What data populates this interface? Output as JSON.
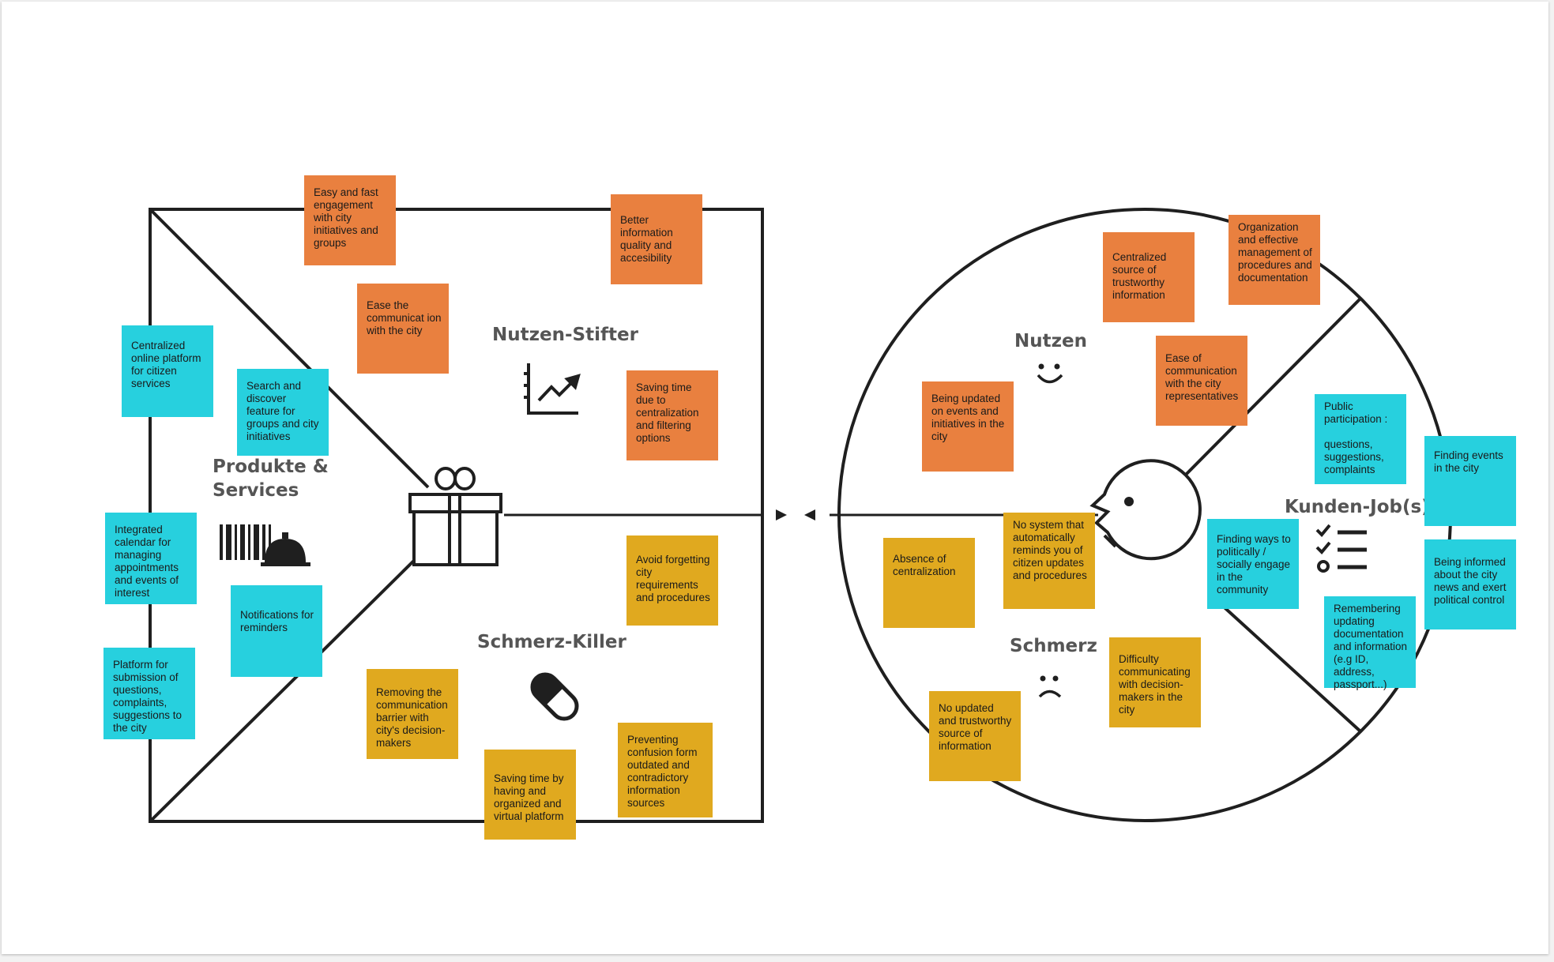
{
  "colors": {
    "gain_note": "#e9803f",
    "pain_note": "#e0a91f",
    "product_note": "#27d0de",
    "outline": "#1f1f1f",
    "heading": "#555555"
  },
  "value_map": {
    "products_services_heading": "Produkte &\nServices",
    "gain_creators_heading": "Nutzen-Stifter",
    "pain_relievers_heading": "Schmerz-Killer"
  },
  "customer_profile": {
    "gains_heading": "Nutzen",
    "pains_heading": "Schmerz",
    "jobs_heading": "Kunden-Job(s)"
  },
  "icons": [
    "gift-icon",
    "barcode-icon",
    "service-bell-icon",
    "chart-trend-icon",
    "pill-icon",
    "smiley-icon",
    "frown-icon",
    "checklist-icon",
    "customer-face-icon",
    "arrow-icon"
  ],
  "notes": {
    "gain_creators": [
      "Easy and fast engagement with city initiatives and groups",
      "Better information quality and accesibility",
      "Ease the communicat ion with the city",
      "Saving time due to centralization and filtering options"
    ],
    "pain_relievers": [
      "Avoid forgetting city requirements and procedures",
      "Removing the communication barrier with city's decision-makers",
      "Preventing confusion form outdated and contradictory information sources",
      "Saving time by having and organized and virtual platform"
    ],
    "products_services": [
      "Centralized online platform for citizen services",
      "Search and discover feature for groups and city initiatives",
      "Integrated calendar for managing appointments and events of interest",
      "Notifications for reminders",
      "Platform for submission of questions, complaints, suggestions to the city"
    ],
    "gains": [
      "Centralized source of trustworthy information",
      "Organization and effective management of procedures and documentation",
      "Ease of communication with the city representatives",
      "Being updated on events and initiatives in the city"
    ],
    "pains": [
      "Absence of centralization",
      "No system that automatically reminds you of  citizen updates and procedures",
      "Difficulty communicating with decision-makers in the city",
      "No updated and trustworthy source of information"
    ],
    "customer_jobs": [
      "Public participation :\n\nquestions, suggestions, complaints",
      "Finding events in the city",
      "Finding ways to politically / socially engage in the community",
      "Being informed about the city news and exert political control",
      "Remembering updating documentation and information (e.g ID, address, passport...)"
    ]
  }
}
